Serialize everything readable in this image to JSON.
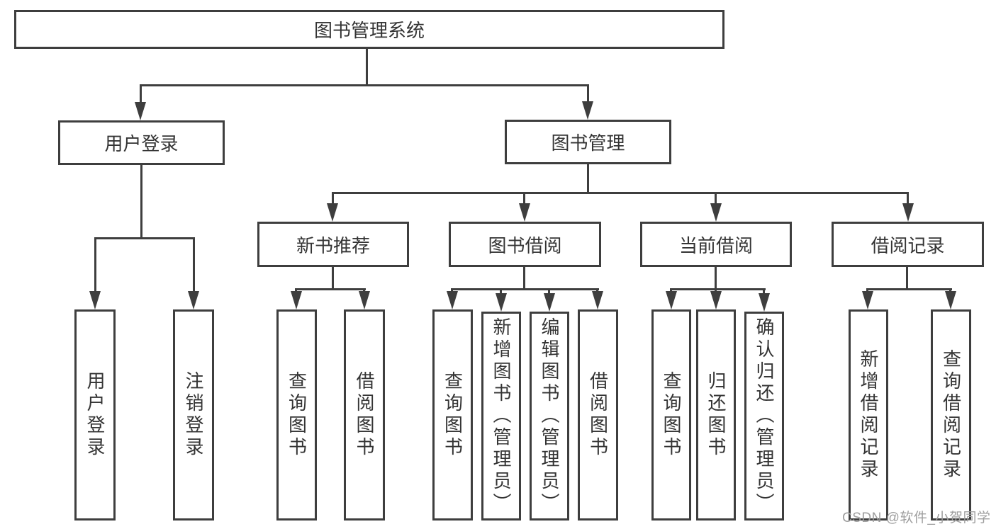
{
  "tree": {
    "root": {
      "label": "图书管理系统"
    },
    "branches": [
      {
        "label": "用户登录",
        "children": [
          {
            "label": "用户登录"
          },
          {
            "label": "注销登录"
          }
        ]
      },
      {
        "label": "图书管理",
        "sections": [
          {
            "label": "新书推荐",
            "children": [
              {
                "label": "查询图书"
              },
              {
                "label": "借阅图书"
              }
            ]
          },
          {
            "label": "图书借阅",
            "children": [
              {
                "label": "查询图书"
              },
              {
                "label": "新增图书（管理员）"
              },
              {
                "label": "编辑图书（管理员）"
              },
              {
                "label": "借阅图书"
              }
            ]
          },
          {
            "label": "当前借阅",
            "children": [
              {
                "label": "查询图书"
              },
              {
                "label": "归还图书"
              },
              {
                "label": "确认归还（管理员）"
              }
            ]
          },
          {
            "label": "借阅记录",
            "children": [
              {
                "label": "新增借阅记录"
              },
              {
                "label": "查询借阅记录"
              }
            ]
          }
        ]
      }
    ]
  },
  "watermark": {
    "text": "CSDN @软件_小贺同学"
  },
  "colors": {
    "line": "#3e3e3e",
    "text": "#343434",
    "background": "#ffffff",
    "watermark": "#9e9e9e"
  }
}
